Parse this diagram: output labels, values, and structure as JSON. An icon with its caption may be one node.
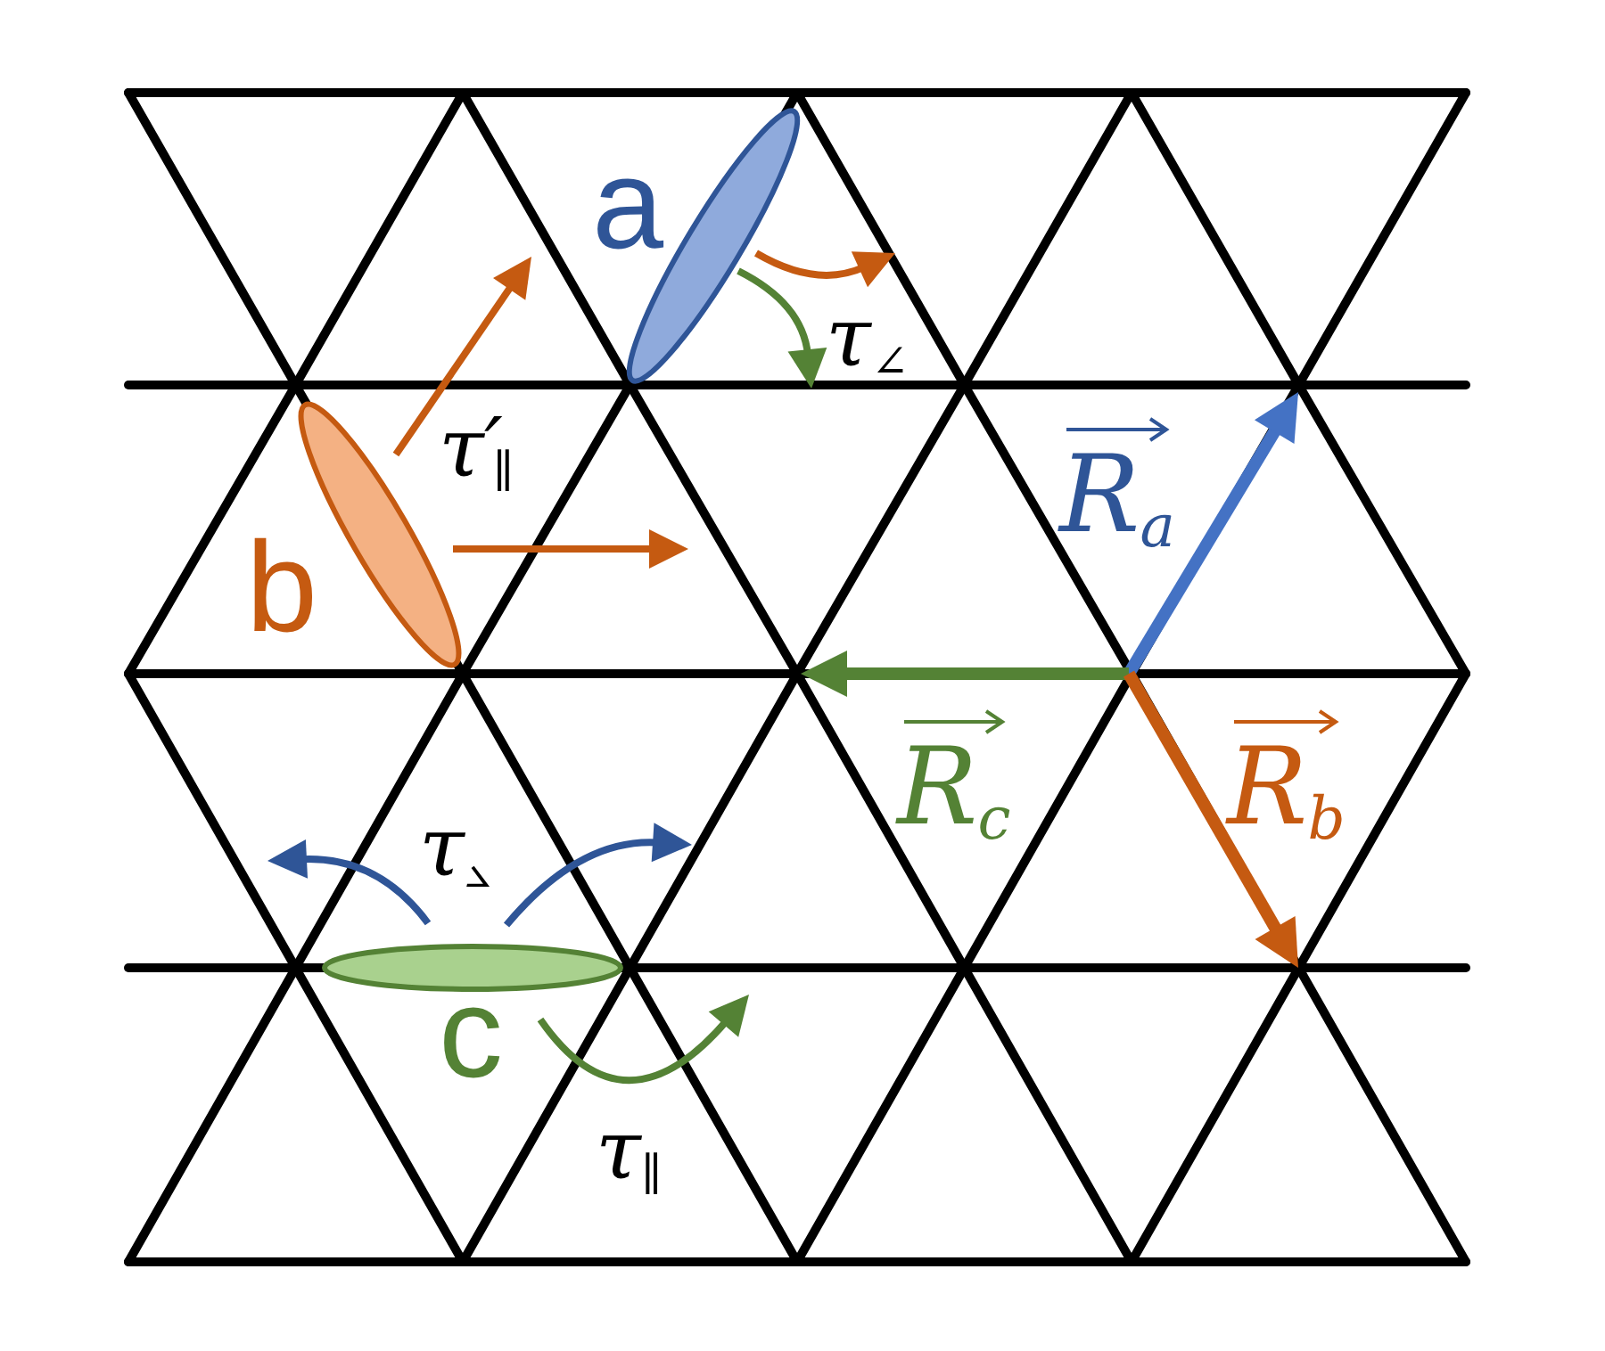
{
  "diagram": {
    "nodes": [
      {
        "text": [
          "a"
        ]
      },
      {
        "text": [
          "b"
        ]
      },
      {
        "text": [
          "c"
        ]
      }
    ],
    "labels": [
      "τ$_{∠}$",
      "τ′$_{∥}$",
      "R$_{a}$",
      "R$_{c}$",
      "R$_{b}$",
      "τ$_{⦣}$",
      "τ$_{∥}$"
    ]
  }
}
